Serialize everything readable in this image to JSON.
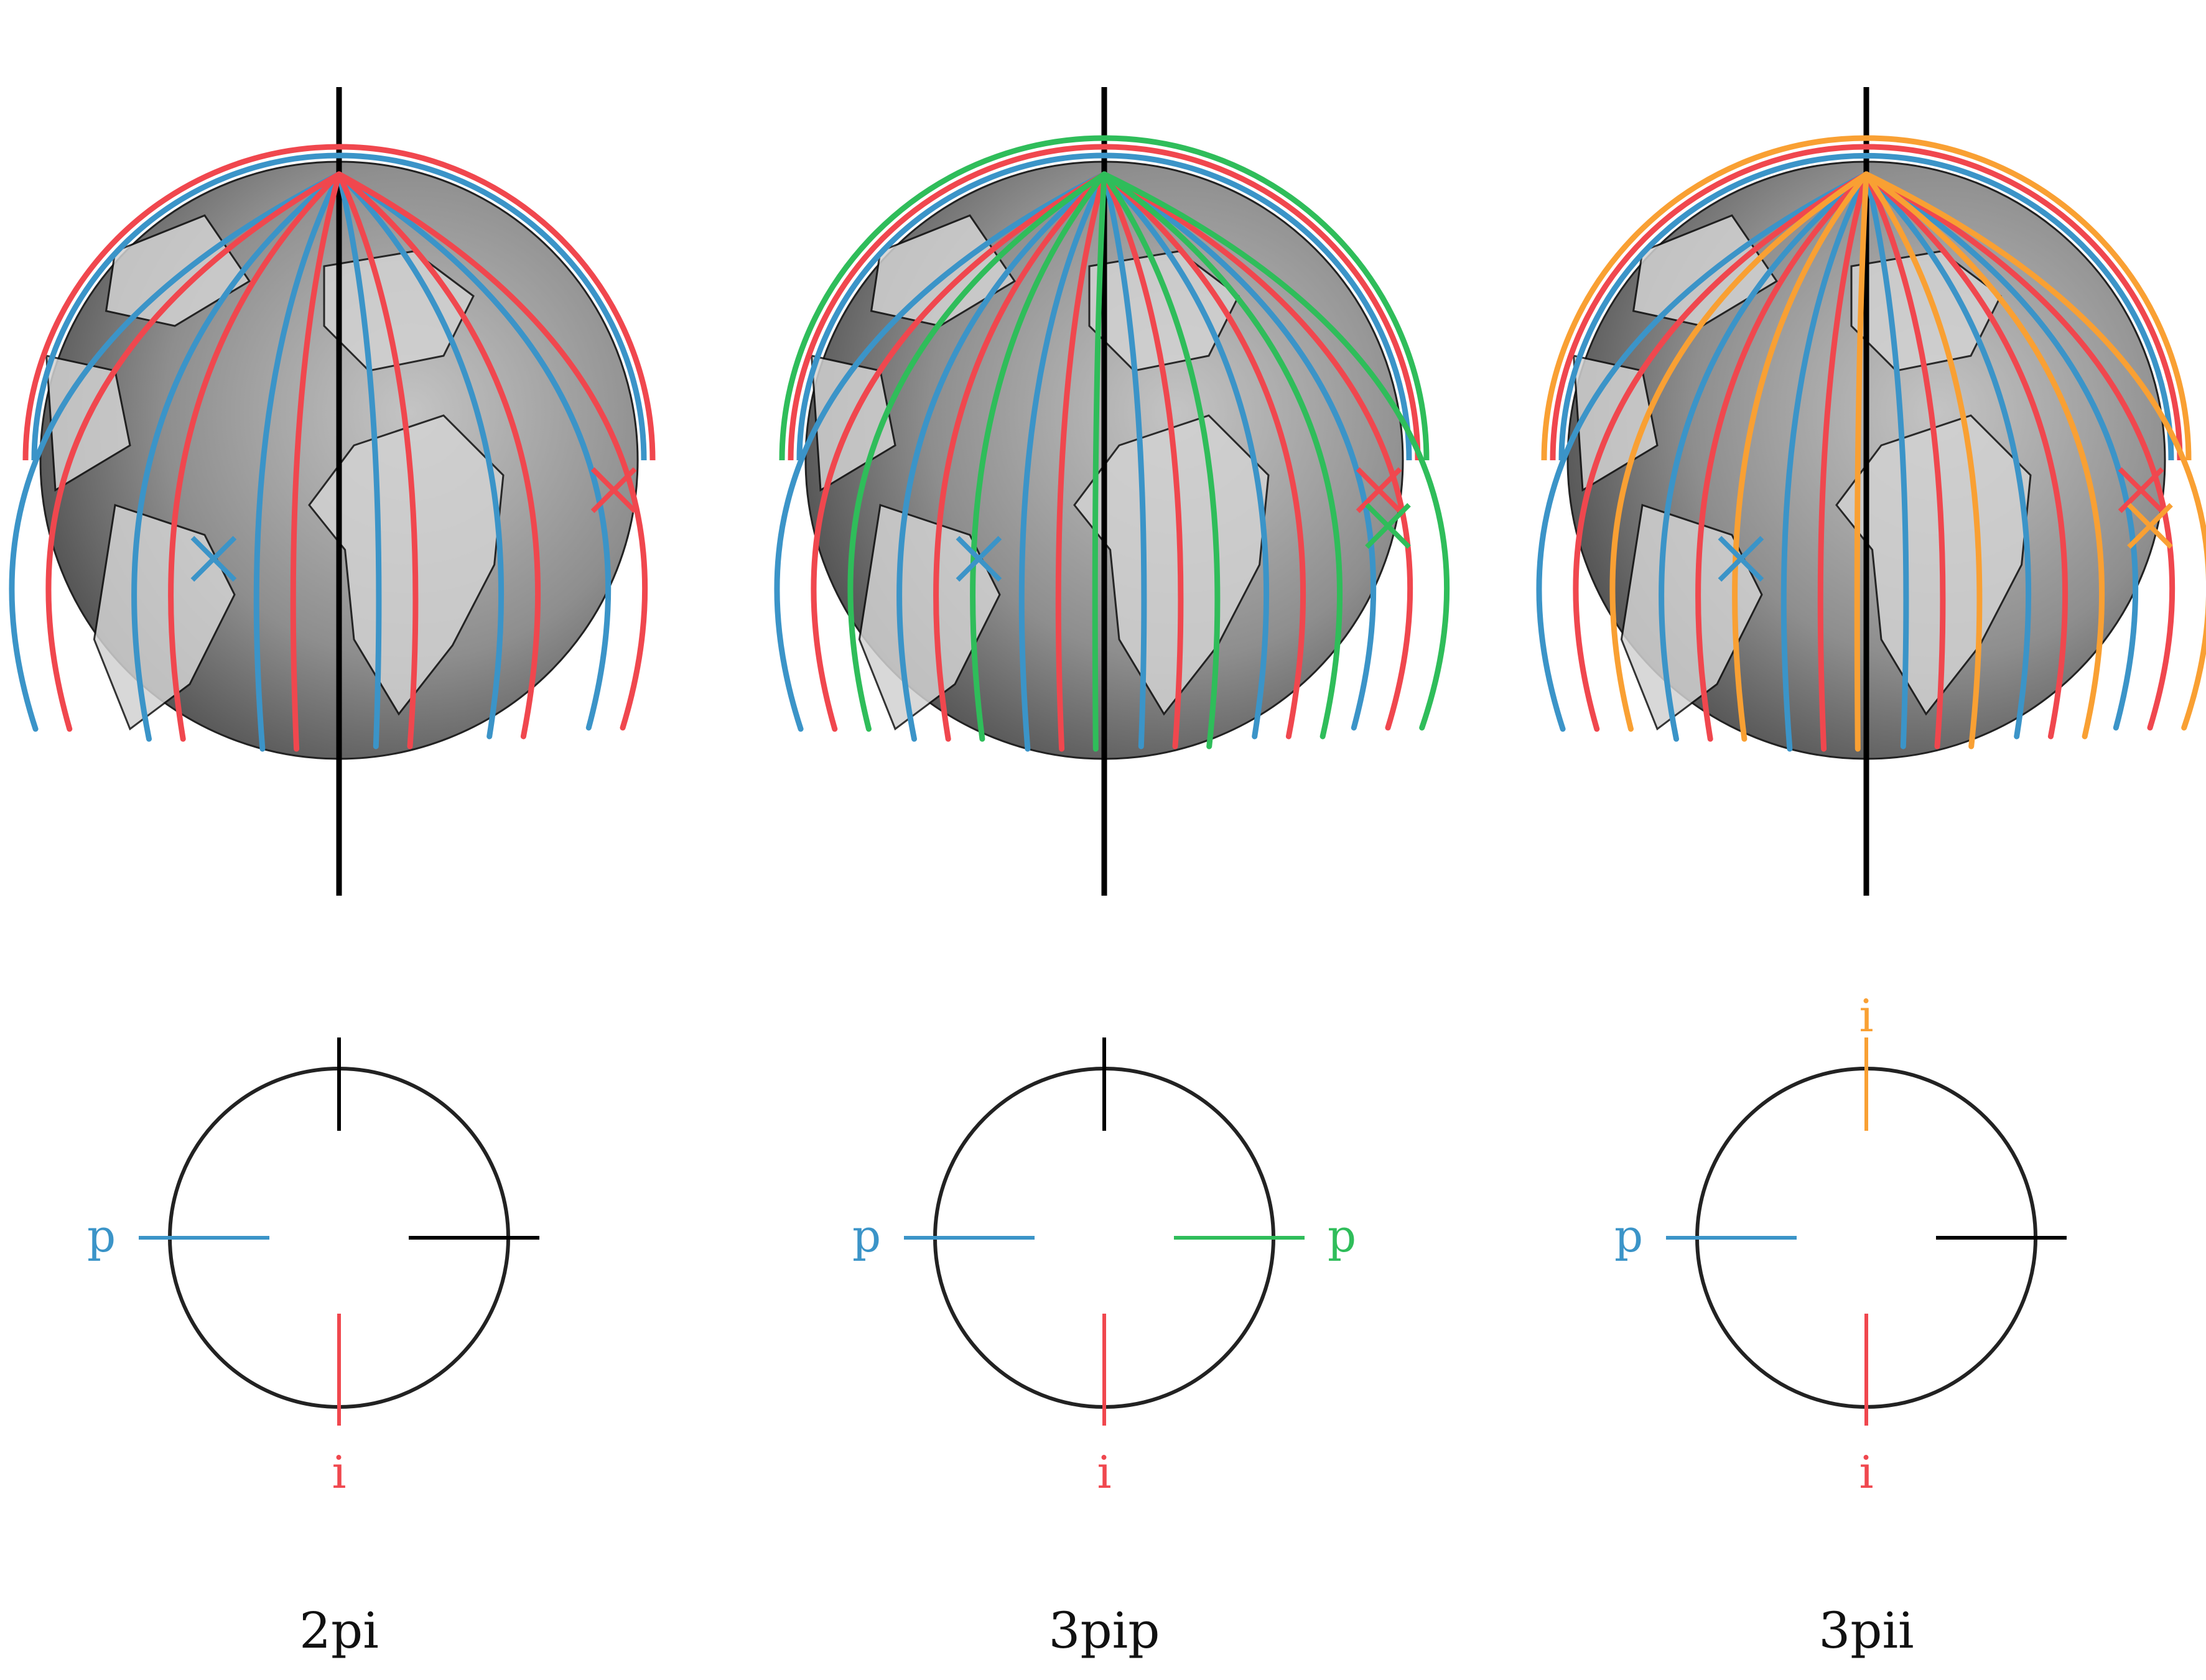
{
  "colors": {
    "blue": "#3b94c8",
    "red": "#f0474e",
    "green": "#2fbd5a",
    "orange": "#f9a033",
    "axis": "#000000"
  },
  "panels": [
    {
      "caption": "2pi",
      "orbit_colors": [
        "blue",
        "red"
      ],
      "schematic": {
        "top": {
          "color": "axis",
          "label": ""
        },
        "left": {
          "color": "blue",
          "label": "p"
        },
        "right": {
          "color": "axis",
          "label": ""
        },
        "bottom": {
          "color": "red",
          "label": "i"
        }
      }
    },
    {
      "caption": "3pip",
      "orbit_colors": [
        "blue",
        "red",
        "green"
      ],
      "schematic": {
        "top": {
          "color": "axis",
          "label": ""
        },
        "left": {
          "color": "blue",
          "label": "p"
        },
        "right": {
          "color": "green",
          "label": "p"
        },
        "bottom": {
          "color": "red",
          "label": "i"
        }
      }
    },
    {
      "caption": "3pii",
      "orbit_colors": [
        "blue",
        "red",
        "orange"
      ],
      "schematic": {
        "top": {
          "color": "orange",
          "label": "i"
        },
        "left": {
          "color": "blue",
          "label": "p"
        },
        "right": {
          "color": "axis",
          "label": ""
        },
        "bottom": {
          "color": "red",
          "label": "i"
        }
      }
    }
  ]
}
